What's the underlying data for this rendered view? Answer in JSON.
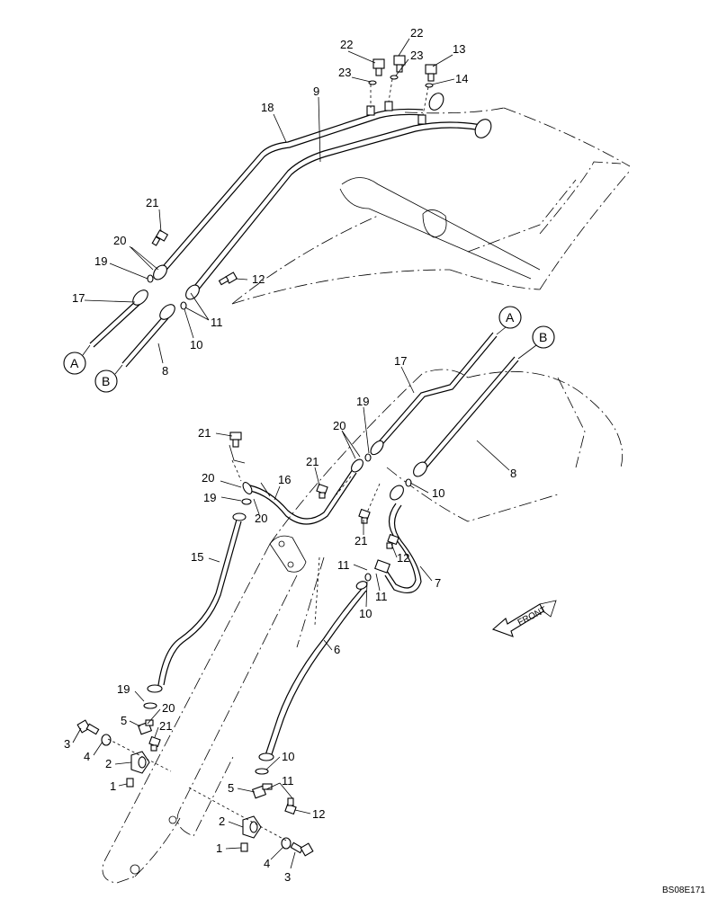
{
  "figure_code": "BS08E171",
  "front_arrow_label": "FRONT",
  "connectors": [
    "A",
    "B"
  ],
  "labels": {
    "top_22a": "22",
    "top_22b": "22",
    "top_13": "13",
    "top_23a": "23",
    "top_23b": "23",
    "top_14": "14",
    "top_18": "18",
    "top_9": "9",
    "top_21": "21",
    "top_20": "20",
    "top_19": "19",
    "top_12": "12",
    "top_17": "17",
    "top_11": "11",
    "top_10": "10",
    "top_8": "8",
    "mid_17": "17",
    "mid_19": "19",
    "mid_20a": "20",
    "mid_21a": "21",
    "mid_16": "16",
    "mid_20b": "20",
    "mid_19b": "19",
    "mid_20c": "20",
    "mid_21b": "21",
    "mid_10a": "10",
    "mid_8": "8",
    "mid_21c": "21",
    "mid_12": "12",
    "mid_11a": "11",
    "mid_11b": "11",
    "mid_7": "7",
    "mid_10b": "10",
    "mid_15": "15",
    "mid_6": "6",
    "bot_19": "19",
    "bot_20": "20",
    "bot_5a": "5",
    "bot_21": "21",
    "bot_3a": "3",
    "bot_4a": "4",
    "bot_2a": "2",
    "bot_1a": "1",
    "bot_10": "10",
    "bot_11": "11",
    "bot_5b": "5",
    "bot_12": "12",
    "bot_2b": "2",
    "bot_1b": "1",
    "bot_4b": "4",
    "bot_3b": "3"
  }
}
